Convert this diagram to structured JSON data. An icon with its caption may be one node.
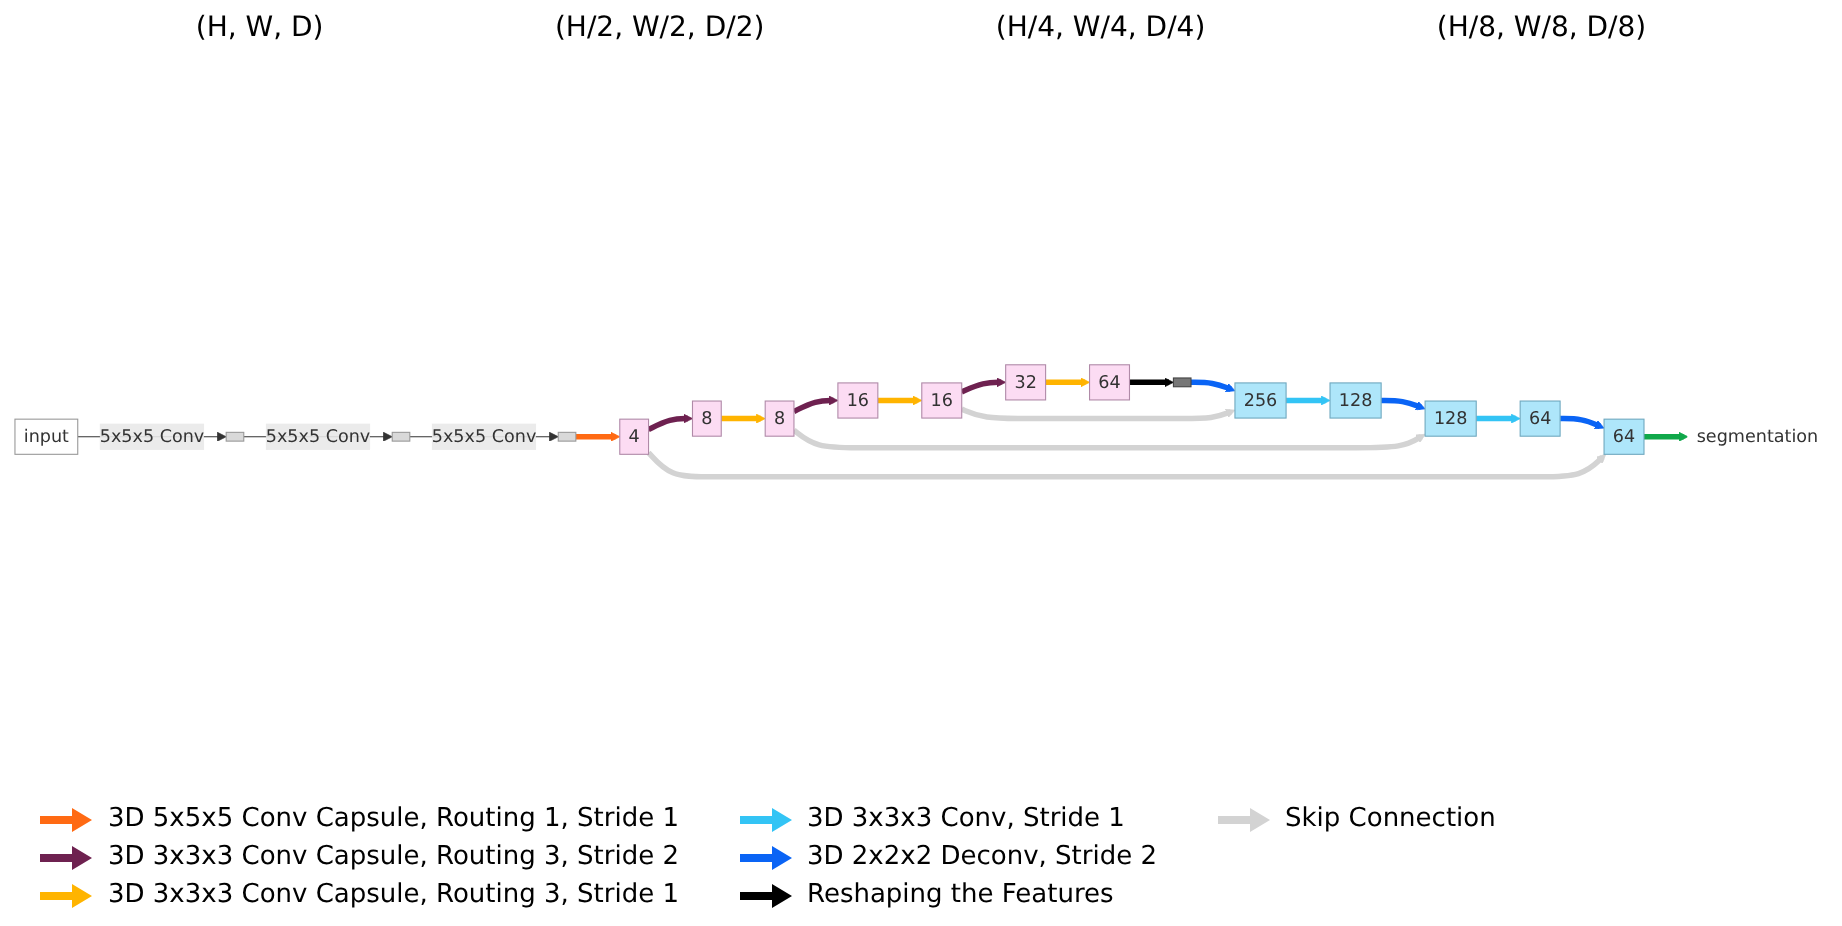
{
  "diagram": {
    "nodes": [
      {
        "text": [
          "input"
        ]
      },
      {
        "text": [],
        "shape": "box"
      },
      {
        "text": [],
        "shape": "box"
      },
      {
        "text": [],
        "shape": "box"
      },
      {
        "text": [
          "4"
        ]
      },
      {
        "text": [
          "8"
        ]
      },
      {
        "text": [
          "8"
        ]
      },
      {
        "text": [
          "16"
        ]
      },
      {
        "text": [
          "16"
        ]
      },
      {
        "text": [
          "32"
        ]
      },
      {
        "text": [
          "64"
        ]
      },
      {
        "text": [],
        "shape": "box"
      },
      {
        "text": [
          "256"
        ]
      },
      {
        "text": [
          "128"
        ]
      },
      {
        "text": [
          "128"
        ]
      },
      {
        "text": [
          "64"
        ]
      },
      {
        "text": [
          "64"
        ]
      },
      {
        "text": [
          "segmentation"
        ]
      }
    ],
    "edges": [
      {
        "from": 0,
        "to": 1,
        "arrow": "to",
        "label": "5x5x5 Conv"
      },
      {
        "from": 1,
        "to": 2,
        "arrow": "to",
        "label": "5x5x5 Conv"
      },
      {
        "from": 2,
        "to": 3,
        "arrow": "to",
        "label": "5x5x5 Conv"
      },
      {
        "from": 3,
        "to": 4,
        "arrow": "to",
        "color": "#ff6a13"
      },
      {
        "from": 4,
        "to": 5,
        "arrow": "to",
        "color": "#6e2150"
      },
      {
        "from": 5,
        "to": 6,
        "arrow": "to",
        "color": "#ffb400"
      },
      {
        "from": 6,
        "to": 7,
        "arrow": "to",
        "color": "#6e2150"
      },
      {
        "from": 7,
        "to": 8,
        "arrow": "to",
        "color": "#ffb400"
      },
      {
        "from": 8,
        "to": 9,
        "arrow": "to",
        "color": "#6e2150"
      },
      {
        "from": 9,
        "to": 10,
        "arrow": "to",
        "color": "#ffb400"
      },
      {
        "from": 10,
        "to": 11,
        "arrow": "to",
        "color": "#000000"
      },
      {
        "from": 11,
        "to": 12,
        "arrow": "to",
        "color": "#0a64f5"
      },
      {
        "from": 12,
        "to": 13,
        "arrow": "to",
        "color": "#33c4f5"
      },
      {
        "from": 13,
        "to": 14,
        "arrow": "to",
        "color": "#0a64f5"
      },
      {
        "from": 14,
        "to": 15,
        "arrow": "to",
        "color": "#33c4f5"
      },
      {
        "from": 15,
        "to": 16,
        "arrow": "to",
        "color": "#0a64f5"
      },
      {
        "from": 16,
        "to": 17,
        "arrow": "to",
        "color": "#10a84a"
      },
      {
        "from": 4,
        "to": 16,
        "arrow": "to",
        "color": "#d3d3d3"
      },
      {
        "from": 6,
        "to": 14,
        "arrow": "to",
        "color": "#d3d3d3"
      },
      {
        "from": 8,
        "to": 12,
        "arrow": "to",
        "color": "#d3d3d3"
      }
    ],
    "labels": [
      "(H, W, D)",
      "(H/2, W/2, D/2)",
      "(H/4, W/4, D/4)",
      "(H/8, W/8, D/8)"
    ],
    "legend": [
      {
        "text": "3D 5x5x5 Conv Capsule, Routing 1, Stride 1",
        "color": "#ff6a13"
      },
      {
        "text": "3D 3x3x3 Conv, Stride 1",
        "color": "#33c4f5"
      },
      {
        "text": "Skip Connection",
        "color": "#d3d3d3"
      },
      {
        "text": "3D 3x3x3 Conv Capsule, Routing 3, Stride 2",
        "color": "#6e2150"
      },
      {
        "text": "3D 2x2x2 Deconv, Stride 2",
        "color": "#0a64f5"
      },
      {
        "text": "3D 3x3x3 Conv Capsule, Routing 3, Stride 1",
        "color": "#ffb400"
      },
      {
        "text": "Reshaping the Features",
        "color": "#000000"
      }
    ]
  }
}
